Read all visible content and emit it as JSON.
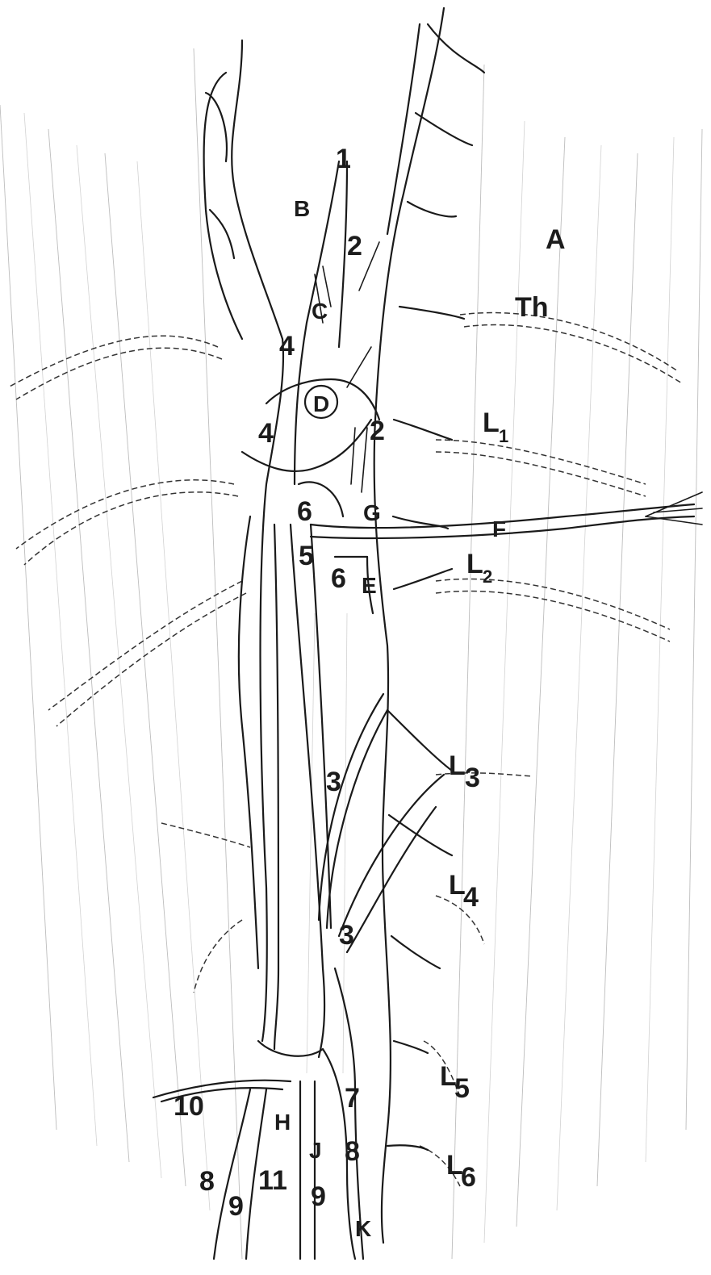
{
  "labels": {
    "n1": "1",
    "n2a": "2",
    "n2b": "2",
    "n3a": "3",
    "n3b": "3",
    "n4a": "4",
    "n4b": "4",
    "n5": "5",
    "n6a": "6",
    "n6b": "6",
    "n7": "7",
    "n8a": "8",
    "n8b": "8",
    "n9a": "9",
    "n9b": "9",
    "n10": "10",
    "n11": "11",
    "A": "A",
    "B": "B",
    "C": "C",
    "D": "D",
    "E": "E",
    "F": "F",
    "G": "G",
    "H": "H",
    "J": "J",
    "K": "K",
    "Th": "Th",
    "L1_letter": "L",
    "L1_num": "1",
    "L2_letter": "L",
    "L2_num": "2",
    "L3_letter": "L",
    "L3_num": "3",
    "L4_letter": "L",
    "L4_num": "4",
    "L5_letter": "L",
    "L5_num": "5",
    "L6_letter": "L",
    "L6_num": "6"
  }
}
